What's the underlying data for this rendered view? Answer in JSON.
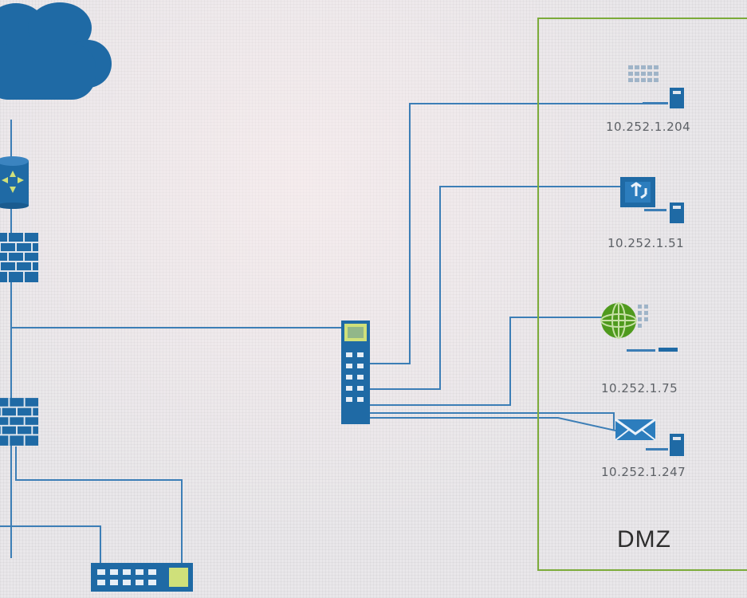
{
  "colors": {
    "device_blue": "#1f6aa5",
    "link_blue": "#3c7eb6",
    "dmz_border": "#7cab3a",
    "web_green": "#4f9a1e"
  },
  "zones": {
    "dmz": {
      "label": "DMZ"
    }
  },
  "devices": {
    "internet": {
      "icon": "cloud-icon"
    },
    "edge_router": {
      "icon": "router-icon"
    },
    "outer_firewall": {
      "icon": "firewall-icon"
    },
    "inner_firewall": {
      "icon": "firewall-icon"
    },
    "dmz_switch": {
      "icon": "switch-icon"
    },
    "lan_switch": {
      "icon": "switch-icon"
    }
  },
  "servers": [
    {
      "ip": "10.252.1.204",
      "icon": "web-server-icon"
    },
    {
      "ip": "10.252.1.51",
      "icon": "exchange-server-icon"
    },
    {
      "ip": "10.252.1.75",
      "icon": "globe-server-icon"
    },
    {
      "ip": "10.252.1.247",
      "icon": "mail-server-icon"
    }
  ]
}
